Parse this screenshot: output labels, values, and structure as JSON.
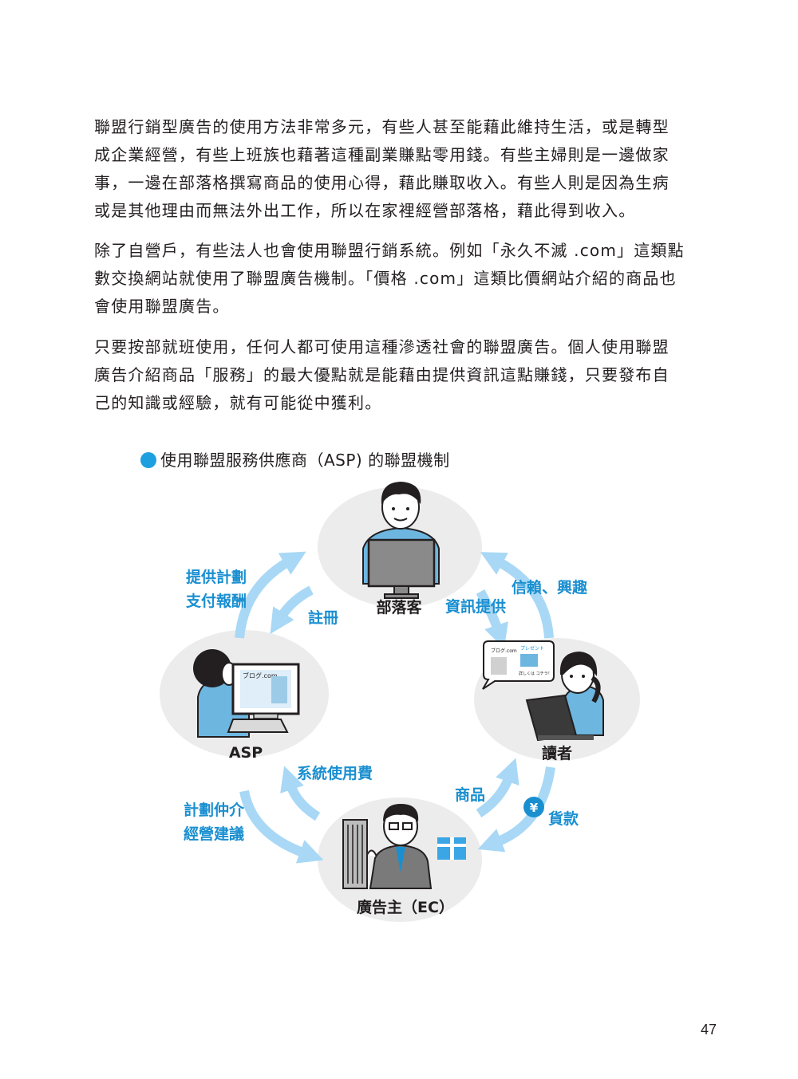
{
  "paragraphs": {
    "p1": "聯盟行銷型廣告的使用方法非常多元，有些人甚至能藉此維持生活，或是轉型\n成企業經營，有些上班族也藉著這種副業賺點零用錢。有些主婦則是一邊做家\n事，一邊在部落格撰寫商品的使用心得，藉此賺取收入。有些人則是因為生病\n或是其他理由而無法外出工作，所以在家裡經營部落格，藉此得到收入。",
    "p2": "除了自營戶，有些法人也會使用聯盟行銷系統。例如「永久不滅 .com」這類點\n數交換網站就使用了聯盟廣告機制。「價格 .com」這類比價網站介紹的商品也\n會使用聯盟廣告。",
    "p3": "只要按部就班使用，任何人都可使用這種滲透社會的聯盟廣告。個人使用聯盟\n廣告介紹商品「服務」的最大優點就是能藉由提供資訊這點賺錢，只要發布自\n己的知識或經驗，就有可能從中獲利。"
  },
  "figure": {
    "title": "使用聯盟服務供應商（ASP) 的聯盟機制",
    "nodes": {
      "blogger": "部落客",
      "asp": "ASP",
      "reader": "讀者",
      "advertiser": "廣告主（EC）"
    },
    "arrows": {
      "plan_line1": "提供計劃",
      "plan_line2": "支付報酬",
      "register": "註冊",
      "info": "資訊提供",
      "trust": "信賴、興趣",
      "system_fee": "系統使用費",
      "broker_line1": "計劃仲介",
      "broker_line2": "經營建議",
      "product": "商品",
      "payment": "貨款",
      "yen": "¥"
    },
    "screen_text": {
      "asp_screen": "ブログ.com",
      "bubble_site": "ブログ.com",
      "bubble_promo": "プレゼント",
      "bubble_cta": "詳しくは\nコチラ！"
    },
    "colors": {
      "arrow": "#a8d8f5",
      "label": "#1a8fd0",
      "circle": "#ececec",
      "shirt": "#6db6e0"
    }
  },
  "page_number": "47"
}
